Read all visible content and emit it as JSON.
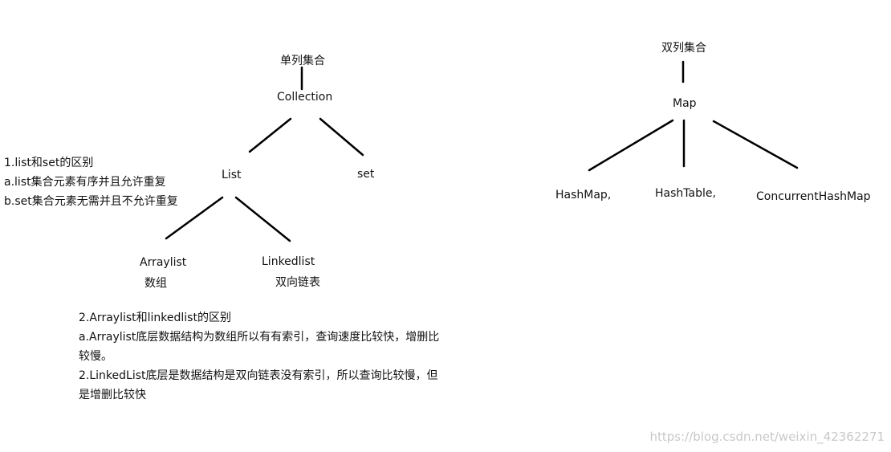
{
  "single_column_tree": {
    "title": "单列集合",
    "root": "Collection",
    "list": "List",
    "set": "set",
    "arraylist": "Arraylist",
    "arraylist_desc": "数组",
    "linkedlist": "Linkedlist",
    "linkedlist_desc": "双向链表"
  },
  "double_column_tree": {
    "title": "双列集合",
    "root": "Map",
    "hashmap": "HashMap,",
    "hashtable": "HashTable,",
    "concurrent": "ConcurrentHashMap"
  },
  "note_list_set": {
    "line1": "1.list和set的区别",
    "line2": "a.list集合元素有序并且允许重复",
    "line3": "b.set集合元素无需并且不允许重复"
  },
  "note_arraylist_linkedlist": {
    "line1": "2.Arraylist和linkedlist的区别",
    "line2": "a.Arraylist底层数据结构为数组所以有有索引，查询速度比较快，增删比",
    "line3": "较慢。",
    "line4": "2.LinkedList底层是数据结构是双向链表没有索引，所以查询比较慢，但",
    "line5": "是增删比较快"
  },
  "watermark": "https://blog.csdn.net/weixin_42362271"
}
